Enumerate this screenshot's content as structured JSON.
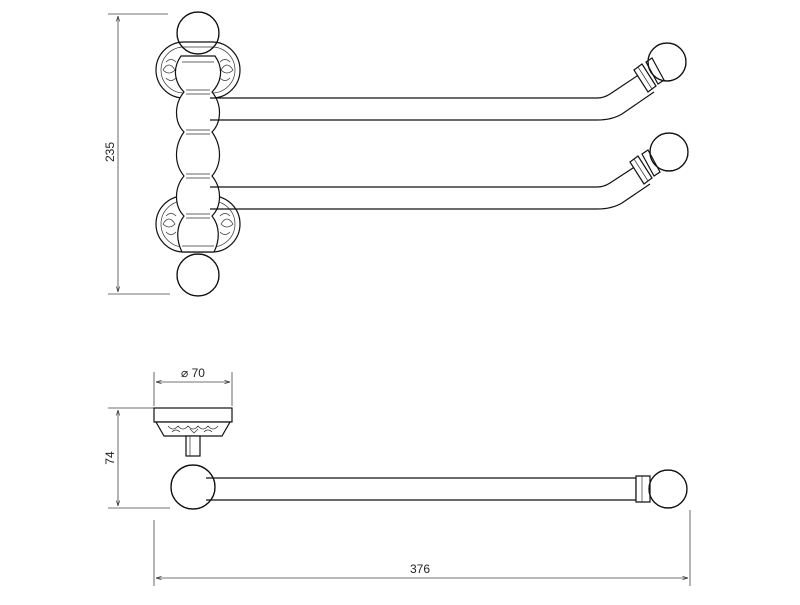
{
  "dimensions": {
    "height_top": "235",
    "diameter_base": "⌀ 70",
    "height_side": "74",
    "length_total": "376"
  },
  "views": [
    "top-view",
    "side-view"
  ]
}
